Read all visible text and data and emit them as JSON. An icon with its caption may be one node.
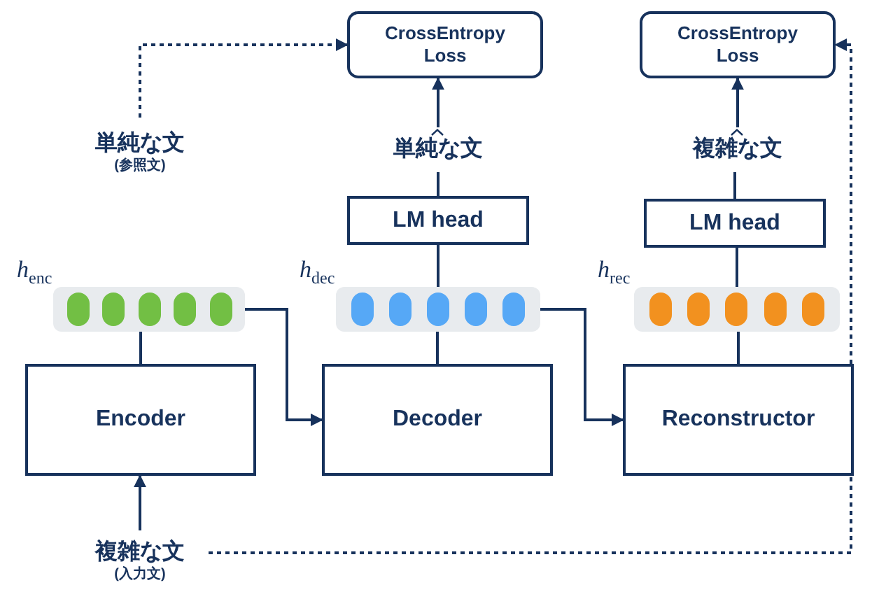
{
  "diagram": {
    "nodes": [
      {
        "text": [
          "CrossEntropy Loss"
        ]
      },
      {
        "text": [
          "CrossEntropy Loss"
        ]
      },
      {
        "text": [
          "単純な文",
          "(参照文)"
        ]
      },
      {
        "text": [
          "単純な文"
        ]
      },
      {
        "text": [
          "複雑な文"
        ]
      },
      {
        "text": [
          "LM head"
        ]
      },
      {
        "text": [
          "LM head"
        ]
      },
      {
        "text": [],
        "shape": "bar",
        "beside": [
          "*h*$_{enc}$"
        ]
      },
      {
        "text": [],
        "shape": "bar",
        "beside": [
          "*h*$_{dec}$"
        ]
      },
      {
        "text": [],
        "shape": "bar",
        "beside": [
          "*h*$_{rec}$"
        ]
      },
      {
        "text": [
          "Encoder"
        ]
      },
      {
        "text": [
          "Decoder"
        ]
      },
      {
        "text": [
          "Reconstructor"
        ]
      },
      {
        "text": [
          "複雑な文",
          "(入力文)"
        ]
      }
    ],
    "edges": [
      {
        "from": 13,
        "to": 10,
        "arrow": "to"
      },
      {
        "from": 10,
        "to": 7,
        "arrow": "none"
      },
      {
        "from": 7,
        "to": 11,
        "arrow": "to"
      },
      {
        "from": 11,
        "to": 8,
        "arrow": "none"
      },
      {
        "from": 8,
        "to": 12,
        "arrow": "to"
      },
      {
        "from": 12,
        "to": 9,
        "arrow": "none"
      },
      {
        "from": 8,
        "to": 5,
        "arrow": "none"
      },
      {
        "from": 5,
        "to": 3,
        "arrow": "none"
      },
      {
        "from": 3,
        "to": 0,
        "arrow": "to"
      },
      {
        "from": 9,
        "to": 6,
        "arrow": "none"
      },
      {
        "from": 6,
        "to": 4,
        "arrow": "none"
      },
      {
        "from": 4,
        "to": 1,
        "arrow": "to"
      },
      {
        "from": 2,
        "to": 0,
        "arrow": "to",
        "style": "dashed"
      },
      {
        "from": 13,
        "to": 1,
        "arrow": "to",
        "style": "dashed"
      }
    ]
  }
}
